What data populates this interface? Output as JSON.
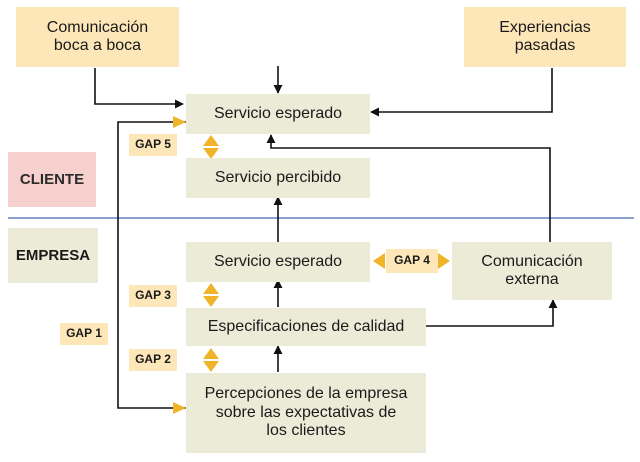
{
  "diagram": {
    "boca": "Comunicación\nboca a boca",
    "pasadas": "Experiencias\npasadas",
    "cliente": "CLIENTE",
    "empresa": "EMPRESA",
    "servicio_esperado_top": "Servicio esperado",
    "servicio_percibido": "Servicio percibido",
    "servicio_esperado_mid": "Servicio esperado",
    "especificaciones": "Especificaciones de calidad",
    "percepciones": "Percepciones de la empresa\nsobre las expectativas de\nlos clientes",
    "com_externa": "Comunicación\nexterna",
    "gap1": "GAP 1",
    "gap2": "GAP 2",
    "gap3": "GAP 3",
    "gap4": "GAP 4",
    "gap5": "GAP 5"
  },
  "colors": {
    "yellow_box": "#fde6b8",
    "grey_box": "#ecebd7",
    "pink_box": "#f6d0cc",
    "divider": "#8aa2d2",
    "gap_arrow": "#f0b429",
    "line": "#111111"
  }
}
